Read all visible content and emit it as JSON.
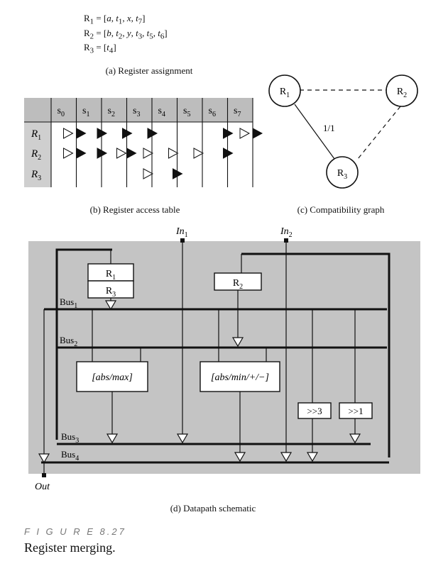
{
  "registers": {
    "r1": {
      "name": "R",
      "sub": "1",
      "items": [
        {
          "t": "a",
          "s": ""
        },
        {
          "t": "t",
          "s": "1"
        },
        {
          "t": "x",
          "s": ""
        },
        {
          "t": "t",
          "s": "7"
        }
      ]
    },
    "r2": {
      "name": "R",
      "sub": "2",
      "items": [
        {
          "t": "b",
          "s": ""
        },
        {
          "t": "t",
          "s": "2"
        },
        {
          "t": "y",
          "s": ""
        },
        {
          "t": "t",
          "s": "3"
        },
        {
          "t": "t",
          "s": "5"
        },
        {
          "t": "t",
          "s": "6"
        }
      ]
    },
    "r3": {
      "name": "R",
      "sub": "3",
      "items": [
        {
          "t": "t",
          "s": "4"
        }
      ]
    }
  },
  "captions": {
    "a": "(a)  Register assignment",
    "b": "(b)  Register access table",
    "c": "(c)  Compatibility graph",
    "d": "(d)  Datapath schematic"
  },
  "access_table": {
    "states": [
      {
        "n": "s",
        "s": "0"
      },
      {
        "n": "s",
        "s": "1"
      },
      {
        "n": "s",
        "s": "2"
      },
      {
        "n": "s",
        "s": "3"
      },
      {
        "n": "s",
        "s": "4"
      },
      {
        "n": "s",
        "s": "5"
      },
      {
        "n": "s",
        "s": "6"
      },
      {
        "n": "s",
        "s": "7"
      }
    ],
    "rows": [
      {
        "n": "R",
        "s": "1"
      },
      {
        "n": "R",
        "s": "2"
      },
      {
        "n": "R",
        "s": "3"
      }
    ]
  },
  "compat_graph": {
    "nodes": [
      {
        "n": "R",
        "s": "1"
      },
      {
        "n": "R",
        "s": "2"
      },
      {
        "n": "R",
        "s": "3"
      }
    ],
    "edge_label": "1/1"
  },
  "datapath": {
    "in1": {
      "n": "In",
      "s": "1"
    },
    "in2": {
      "n": "In",
      "s": "2"
    },
    "out": "Out",
    "reg_r1": {
      "n": "R",
      "s": "1"
    },
    "reg_r3": {
      "n": "R",
      "s": "3"
    },
    "reg_r2": {
      "n": "R",
      "s": "2"
    },
    "buses": [
      {
        "n": "Bus",
        "s": "1"
      },
      {
        "n": "Bus",
        "s": "2"
      },
      {
        "n": "Bus",
        "s": "3"
      },
      {
        "n": "Bus",
        "s": "4"
      }
    ],
    "unit1": "[abs/max]",
    "unit2": "[abs/min/+/−]",
    "shift3": ">>3",
    "shift1": ">>1"
  },
  "figure": {
    "label": "F I G U R E   8.27",
    "title": "Register merging."
  }
}
